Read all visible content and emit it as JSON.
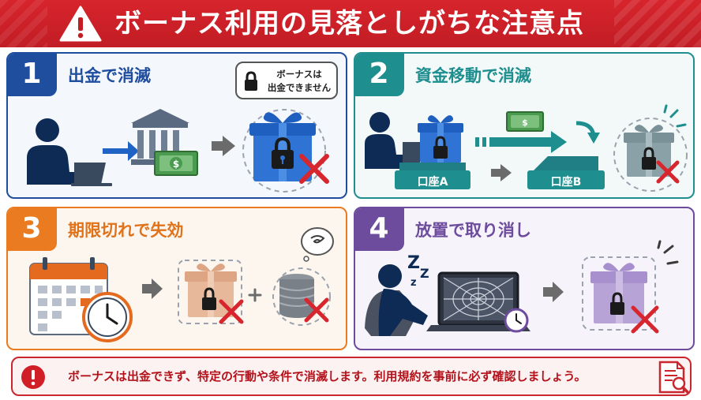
{
  "header": {
    "title": "ボーナス利用の見落としがちな注意点",
    "icon": "warning-triangle-icon",
    "color": "#d7242c"
  },
  "panels": [
    {
      "number": "1",
      "title": "出金で消滅",
      "color": "#1f4e9e",
      "bubble_line1": "ボーナスは",
      "bubble_line2": "出金できません"
    },
    {
      "number": "2",
      "title": "資金移動で消滅",
      "color": "#1e8e8f",
      "account_a": "口座A",
      "account_b": "口座B"
    },
    {
      "number": "3",
      "title": "期限切れで失効",
      "color": "#ea7b21"
    },
    {
      "number": "4",
      "title": "放置で取り消し",
      "color": "#6d4b9d",
      "sleep_text": "Z",
      "sleep_text_small": "Z",
      "sleep_text_tiny": "z"
    }
  ],
  "notice": {
    "text": "ボーナスは出金できず、特定の行動や条件で消滅します。利用規約を事前に必ず確認しましょう。",
    "icon": "alert-circle-icon",
    "doc_icon": "document-search-icon",
    "color": "#c9262d"
  }
}
